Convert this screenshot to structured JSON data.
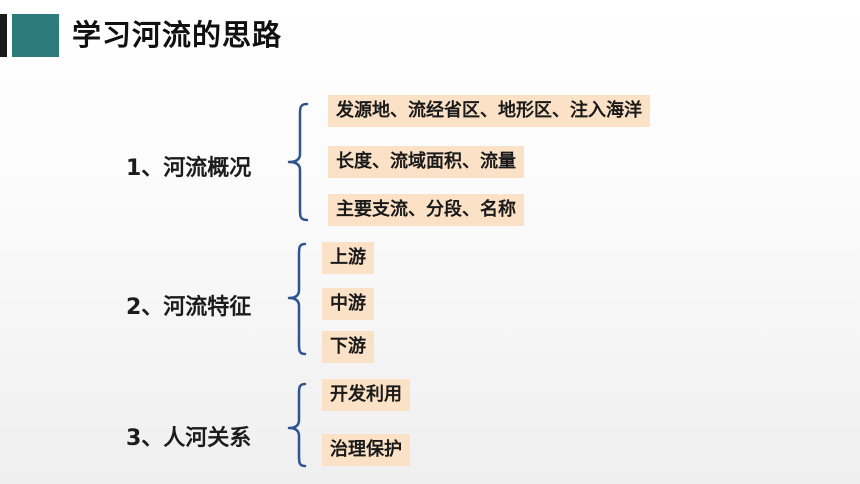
{
  "page_title": "学习河流的思路",
  "sections": [
    {
      "heading": "1、河流概况",
      "items": [
        "发源地、流经省区、地形区、注入海洋",
        "长度、流域面积、流量",
        "主要支流、分段、名称"
      ]
    },
    {
      "heading": "2、河流特征",
      "items": [
        "上游",
        "中游",
        "下游"
      ]
    },
    {
      "heading": "3、人河关系",
      "items": [
        "开发利用",
        "治理保护"
      ]
    }
  ],
  "colors": {
    "accent": "#2d7b7b",
    "bracket": "#2e5590",
    "item_background": "#fbe1c6"
  }
}
